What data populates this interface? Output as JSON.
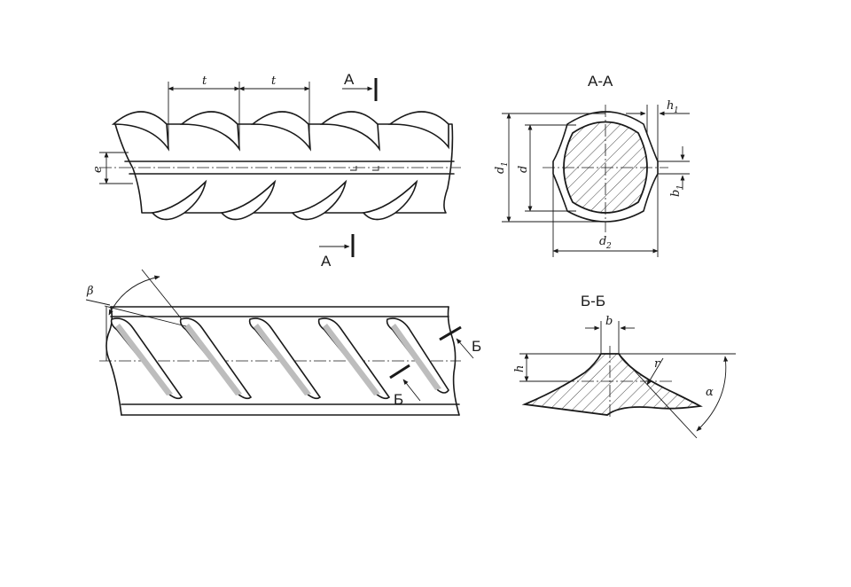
{
  "labels": {
    "pitch_1": "t",
    "pitch_2": "t",
    "eccentricity": "e",
    "section_a_mark_top": "А",
    "section_a_mark_bottom": "А",
    "section_a_title": "А-А",
    "h1_base": "h",
    "h1_sub": "1",
    "d1_base": "d",
    "d1_sub": "1",
    "d": "d",
    "b1_base": "b",
    "b1_sub": "1",
    "d2_base": "d",
    "d2_sub": "2",
    "beta": "β",
    "section_b_mark_right": "Б",
    "section_b_mark_bottom": "Б",
    "section_b_title": "Б-Б",
    "b": "b",
    "h": "h",
    "r": "r",
    "alpha": "α"
  }
}
